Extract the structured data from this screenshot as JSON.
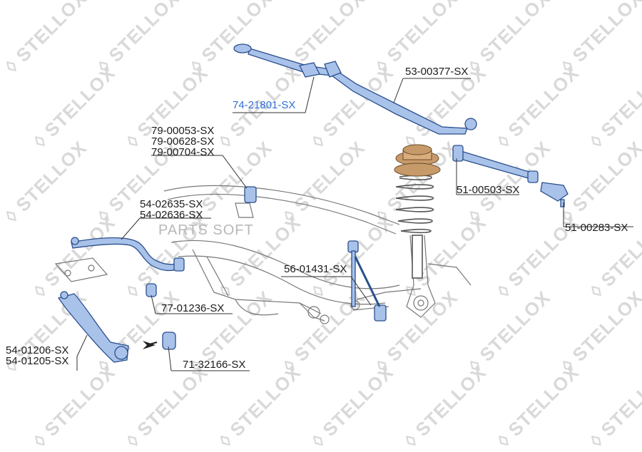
{
  "watermark": {
    "brand": "STELLOX",
    "site": "PARTS SOFT"
  },
  "labels": {
    "tie_rod_end": "74-21801-SX",
    "tie_rod": "53-00377-SX",
    "stab_bush_1": "79-00053-SX",
    "stab_bush_2": "79-00628-SX",
    "stab_bush_3": "79-00704-SX",
    "stabilizer_1": "54-02635-SX",
    "stabilizer_2": "54-02636-SX",
    "rod_51_00503": "51-00503-SX",
    "end_51_00283": "51-00283-SX",
    "link_56_01431": "56-01431-SX",
    "bush_77_01236": "77-01236-SX",
    "arm_54_01206": "54-01206-SX",
    "arm_54_01205": "54-01205-SX",
    "bush_71_32166": "71-32166-SX"
  },
  "colors": {
    "part_fill": "#a9c2ea",
    "part_stroke": "#2a4f8c",
    "line": "#5a5a5a",
    "highlight_label": "#2f6fd6",
    "spring_top": "#c79a6a"
  }
}
